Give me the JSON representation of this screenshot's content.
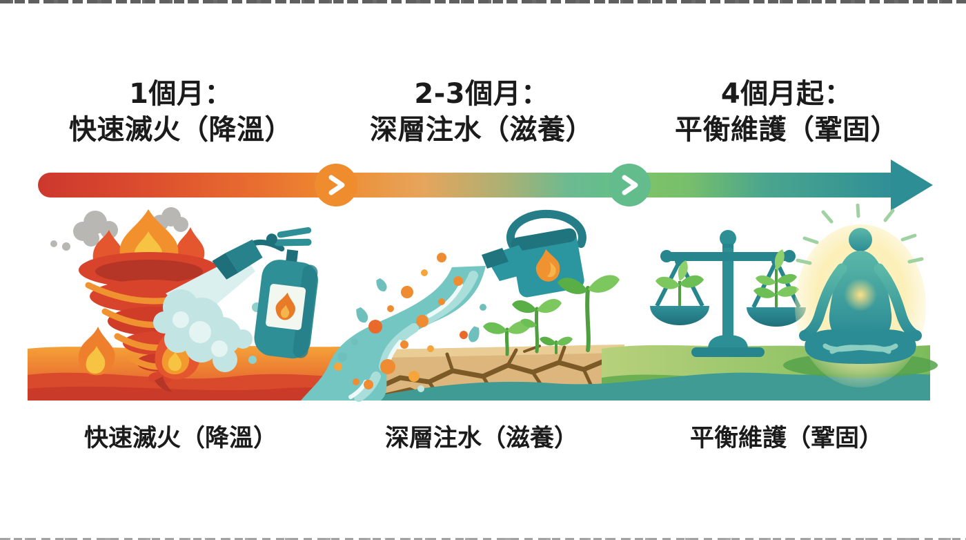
{
  "meta": {
    "language": "zh-Hant",
    "kind": "three-phase-timeline-infographic",
    "background": "#ffffff",
    "text_color": "#1b1b1b"
  },
  "phases": [
    {
      "heading_line1": "1個月：",
      "heading_line2": "快速滅火（降溫）",
      "caption": "快速滅火（降溫）",
      "illustration": "fire-tornado-and-extinguisher",
      "accent_color": "#e1512c"
    },
    {
      "heading_line1": "2-3個月：",
      "heading_line2": "深層注水（滋養）",
      "caption": "深層注水（滋養）",
      "illustration": "watering-can-sprouts-on-cracked-soil",
      "accent_color": "#5fb8b4"
    },
    {
      "heading_line1": "4個月起：",
      "heading_line2": "平衡維護（鞏固）",
      "caption": "平衡維護（鞏固）",
      "illustration": "balance-scale-and-meditator",
      "accent_color": "#6db053"
    }
  ],
  "timeline": {
    "direction": "left-to-right",
    "bar_gradient": [
      "#cc382e",
      "#e86c2f",
      "#ee8c31",
      "#e6a55c",
      "#65bd8c",
      "#7dc368",
      "#2f8f96"
    ],
    "arrowhead_color": "#2e8e96",
    "nodes": [
      {
        "icon": "chevron-right-icon",
        "color": "#ee8c2e"
      },
      {
        "icon": "chevron-right-icon",
        "color": "#62bc8b"
      }
    ]
  }
}
